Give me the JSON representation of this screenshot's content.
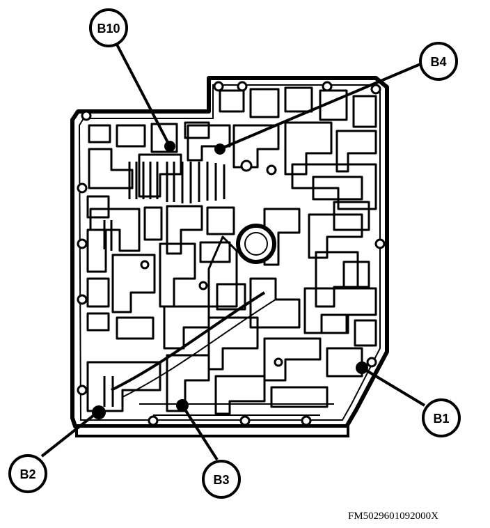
{
  "callouts": [
    {
      "id": "b10",
      "label": "B10"
    },
    {
      "id": "b4",
      "label": "B4"
    },
    {
      "id": "b1",
      "label": "B1"
    },
    {
      "id": "b2",
      "label": "B2"
    },
    {
      "id": "b3",
      "label": "B3"
    }
  ],
  "figure_code": "FM5029601092000X",
  "colors": {
    "ink": "#000000",
    "paper": "#ffffff"
  }
}
